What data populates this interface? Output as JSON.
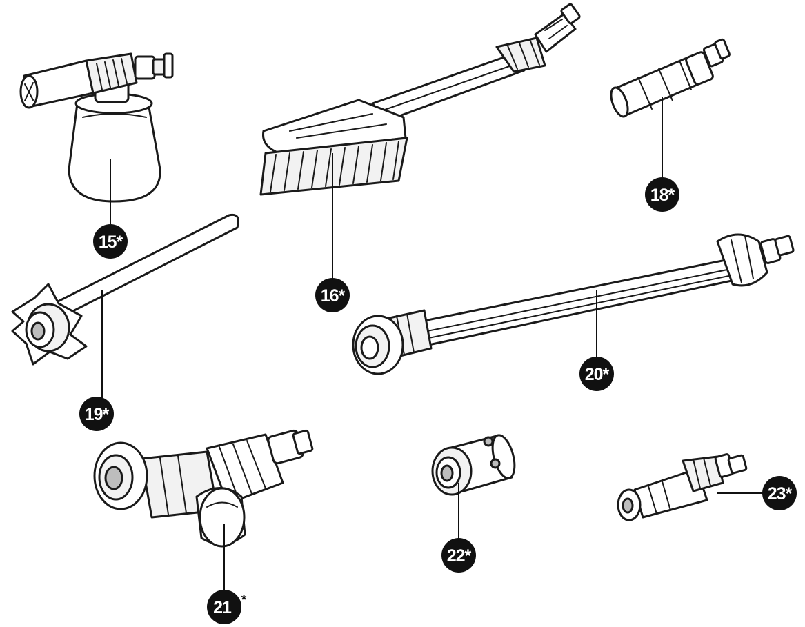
{
  "callouts": [
    {
      "id": "15",
      "label": "15*"
    },
    {
      "id": "16",
      "label": "16*"
    },
    {
      "id": "18",
      "label": "18*"
    },
    {
      "id": "19",
      "label": "19*"
    },
    {
      "id": "20",
      "label": "20*"
    },
    {
      "id": "21",
      "label": "21"
    },
    {
      "id": "22",
      "label": "22*"
    },
    {
      "id": "23",
      "label": "23*"
    }
  ],
  "callout_21_asterisk": "*",
  "colors": {
    "line": "#1a1a1a",
    "callout": "#111111",
    "callout_text": "#ffffff"
  }
}
